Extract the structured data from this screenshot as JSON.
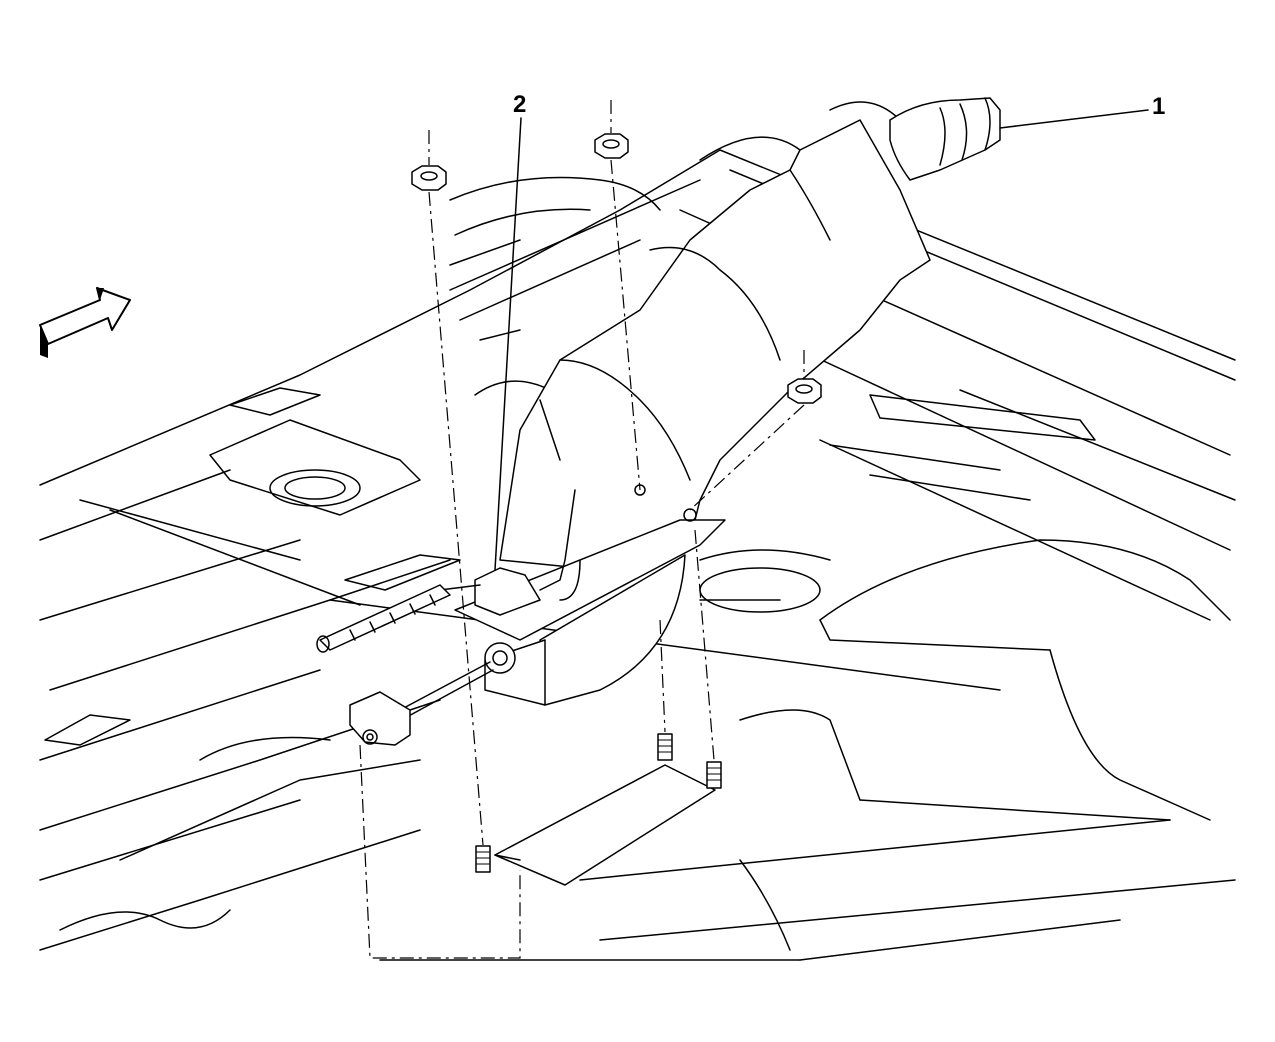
{
  "diagram": {
    "callouts": [
      {
        "id": "1",
        "label": "1"
      },
      {
        "id": "2",
        "label": "2"
      }
    ],
    "icons": {
      "direction_arrow": "front-direction-arrow-icon",
      "nut": "flange-nut-icon",
      "stud": "threaded-stud-icon"
    },
    "colors": {
      "line": "#000000",
      "background": "#ffffff"
    }
  }
}
